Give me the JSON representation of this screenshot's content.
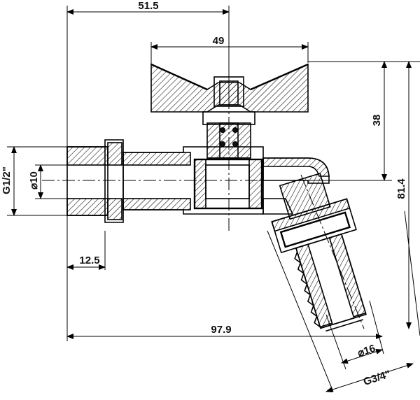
{
  "drawing": {
    "dimensions": {
      "d_51_5": "51.5",
      "d_49": "49",
      "d_38": "38",
      "d_81_4": "81.4",
      "d_g12": "G1/2\"",
      "d_dia10": "⌀10",
      "d_12_5": "12.5",
      "d_97_9": "97.9",
      "d_dia16": "⌀16",
      "d_g34": "G3/4\""
    },
    "colors": {
      "line": "#000000",
      "background": "#ffffff"
    }
  }
}
